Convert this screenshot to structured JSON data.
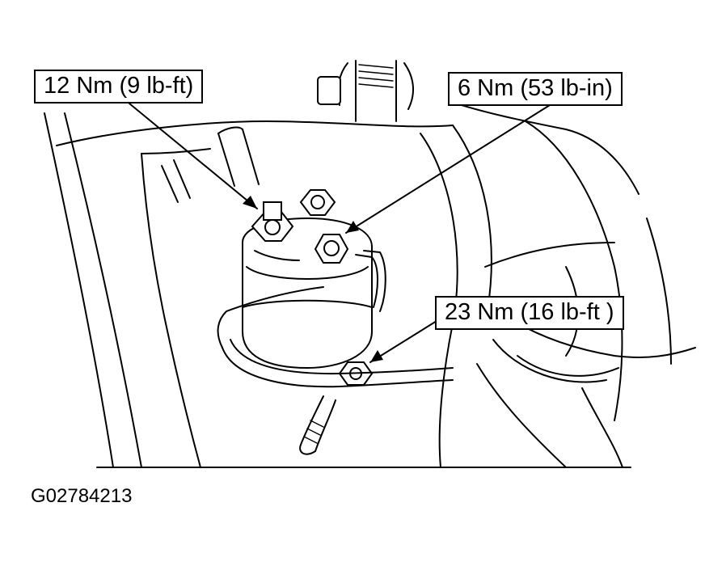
{
  "callouts": [
    {
      "id": "upper-left",
      "text": "12 Nm (9 lb-ft)"
    },
    {
      "id": "upper-right",
      "text": "6 Nm (53 lb-in)"
    },
    {
      "id": "lower-right",
      "text": "23 Nm (16 lb-ft )"
    }
  ],
  "figure_id": "G02784213",
  "colors": {
    "ink": "#000000",
    "paper": "#ffffff"
  }
}
